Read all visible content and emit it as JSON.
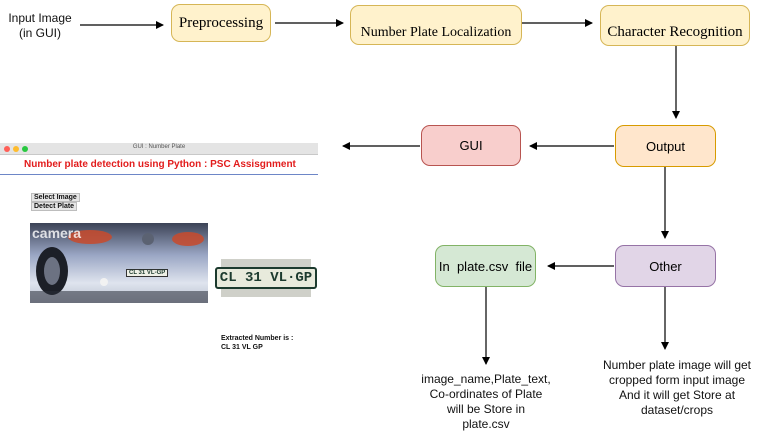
{
  "input_label": [
    "Input Image",
    "(in GUI)"
  ],
  "nodes": {
    "preprocessing": "Preprocessing",
    "localization": "Number Plate Localization",
    "recognition": "Character Recognition",
    "output": "Output",
    "gui": "GUI",
    "other": "Other",
    "csv": "In  plate.csv  file"
  },
  "csv_note": [
    "image_name,Plate_text,",
    "Co-ordinates of Plate",
    "will be Store in",
    "plate.csv"
  ],
  "crop_note": [
    "Number plate image will get",
    "cropped form input image",
    "And it will get Store at",
    "dataset/crops"
  ],
  "gui_window": {
    "window_title": "GUI : Number Plate",
    "heading": "Number plate detection using Python : PSC Assisgnment",
    "select_button": "Select Image",
    "detect_button": "Detect Plate",
    "watermark": "camera",
    "car_plate": "CL 31 VL-GP",
    "plate_crop": "CL 31 VL·GP",
    "extracted_label": "Extracted Number is :",
    "extracted_value": "CL 31 VL GP"
  },
  "colors": {
    "yellow_fill": "#fff2cc",
    "yellow_stroke": "#d6b656",
    "orange_fill": "#ffe6cc",
    "orange_stroke": "#d79b00",
    "red_fill": "#f8cecc",
    "red_stroke": "#b85450",
    "green_fill": "#d5e8d4",
    "green_stroke": "#82b366",
    "purple_fill": "#e1d5e7",
    "purple_stroke": "#9673a6",
    "heading_red": "#e21c1c"
  }
}
